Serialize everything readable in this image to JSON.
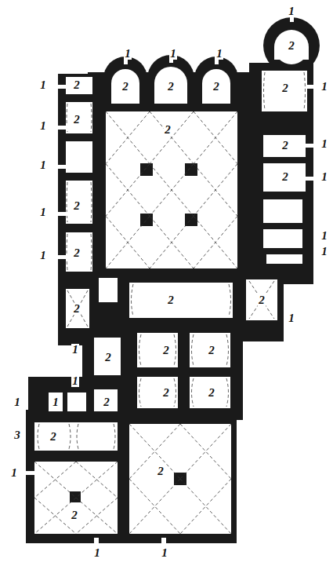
{
  "diagram": {
    "labels": [
      "1",
      "2",
      "1",
      "1",
      "1",
      "1",
      "2",
      "2",
      "2",
      "2",
      "2",
      "1",
      "1",
      "2",
      "2",
      "1",
      "2",
      "1",
      "2",
      "1",
      "1",
      "2",
      "1",
      "1",
      "1",
      "2",
      "2",
      "2",
      "2",
      "1",
      "1",
      "2",
      "2",
      "2",
      "1",
      "1",
      "1",
      "2",
      "2",
      "2",
      "3",
      "2",
      "1",
      "2",
      "2",
      "1",
      "1"
    ]
  }
}
